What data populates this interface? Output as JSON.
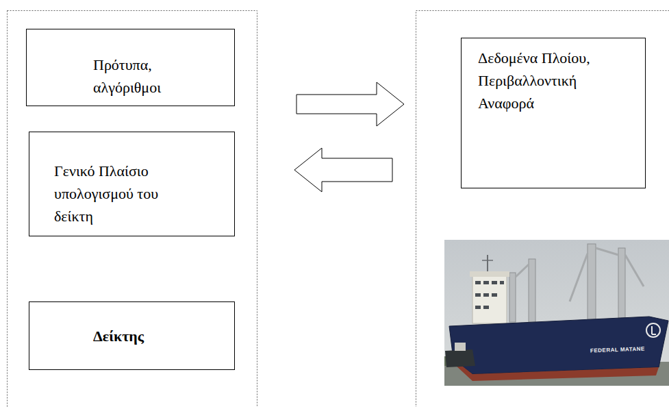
{
  "diagram": {
    "nodes": [
      {
        "text": [
          "Πρότυπα, αλγόριθμοι"
        ]
      },
      {
        "text": [
          "Γενικό Πλαίσιο υπολογισμού του δείκτη"
        ]
      },
      {
        "text": [
          "Δείκτης"
        ]
      },
      {
        "text": [
          "Δεδομένα Πλοίου, Περιβαλλοντική Αναφορά"
        ]
      }
    ],
    "edges": [
      {
        "from": 0,
        "to": 3,
        "arrow": "to"
      },
      {
        "from": 3,
        "to": 1,
        "arrow": "to"
      }
    ],
    "labels": [
      "FEDERAL MATANE"
    ]
  }
}
